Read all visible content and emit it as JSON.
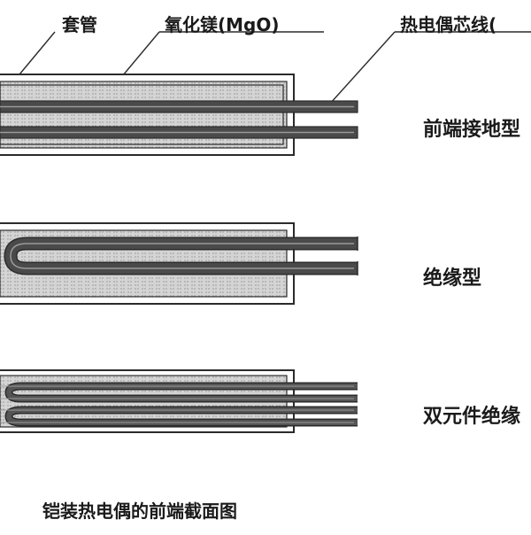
{
  "labels": {
    "sheath": "套管",
    "insulation": "氧化镁(MgO)",
    "core_wire": "热电偶芯线(",
    "grounded": "前端接地型",
    "insulated": "绝缘型",
    "dual_element": "双元件绝缘"
  },
  "caption": "铠装热电偶的前端截面图",
  "colors": {
    "line": "#2b2b2b",
    "sheath_fill": "#ffffff",
    "mgo_fill": "#c9c9c9",
    "wire_fill": "#3d3d3d"
  }
}
